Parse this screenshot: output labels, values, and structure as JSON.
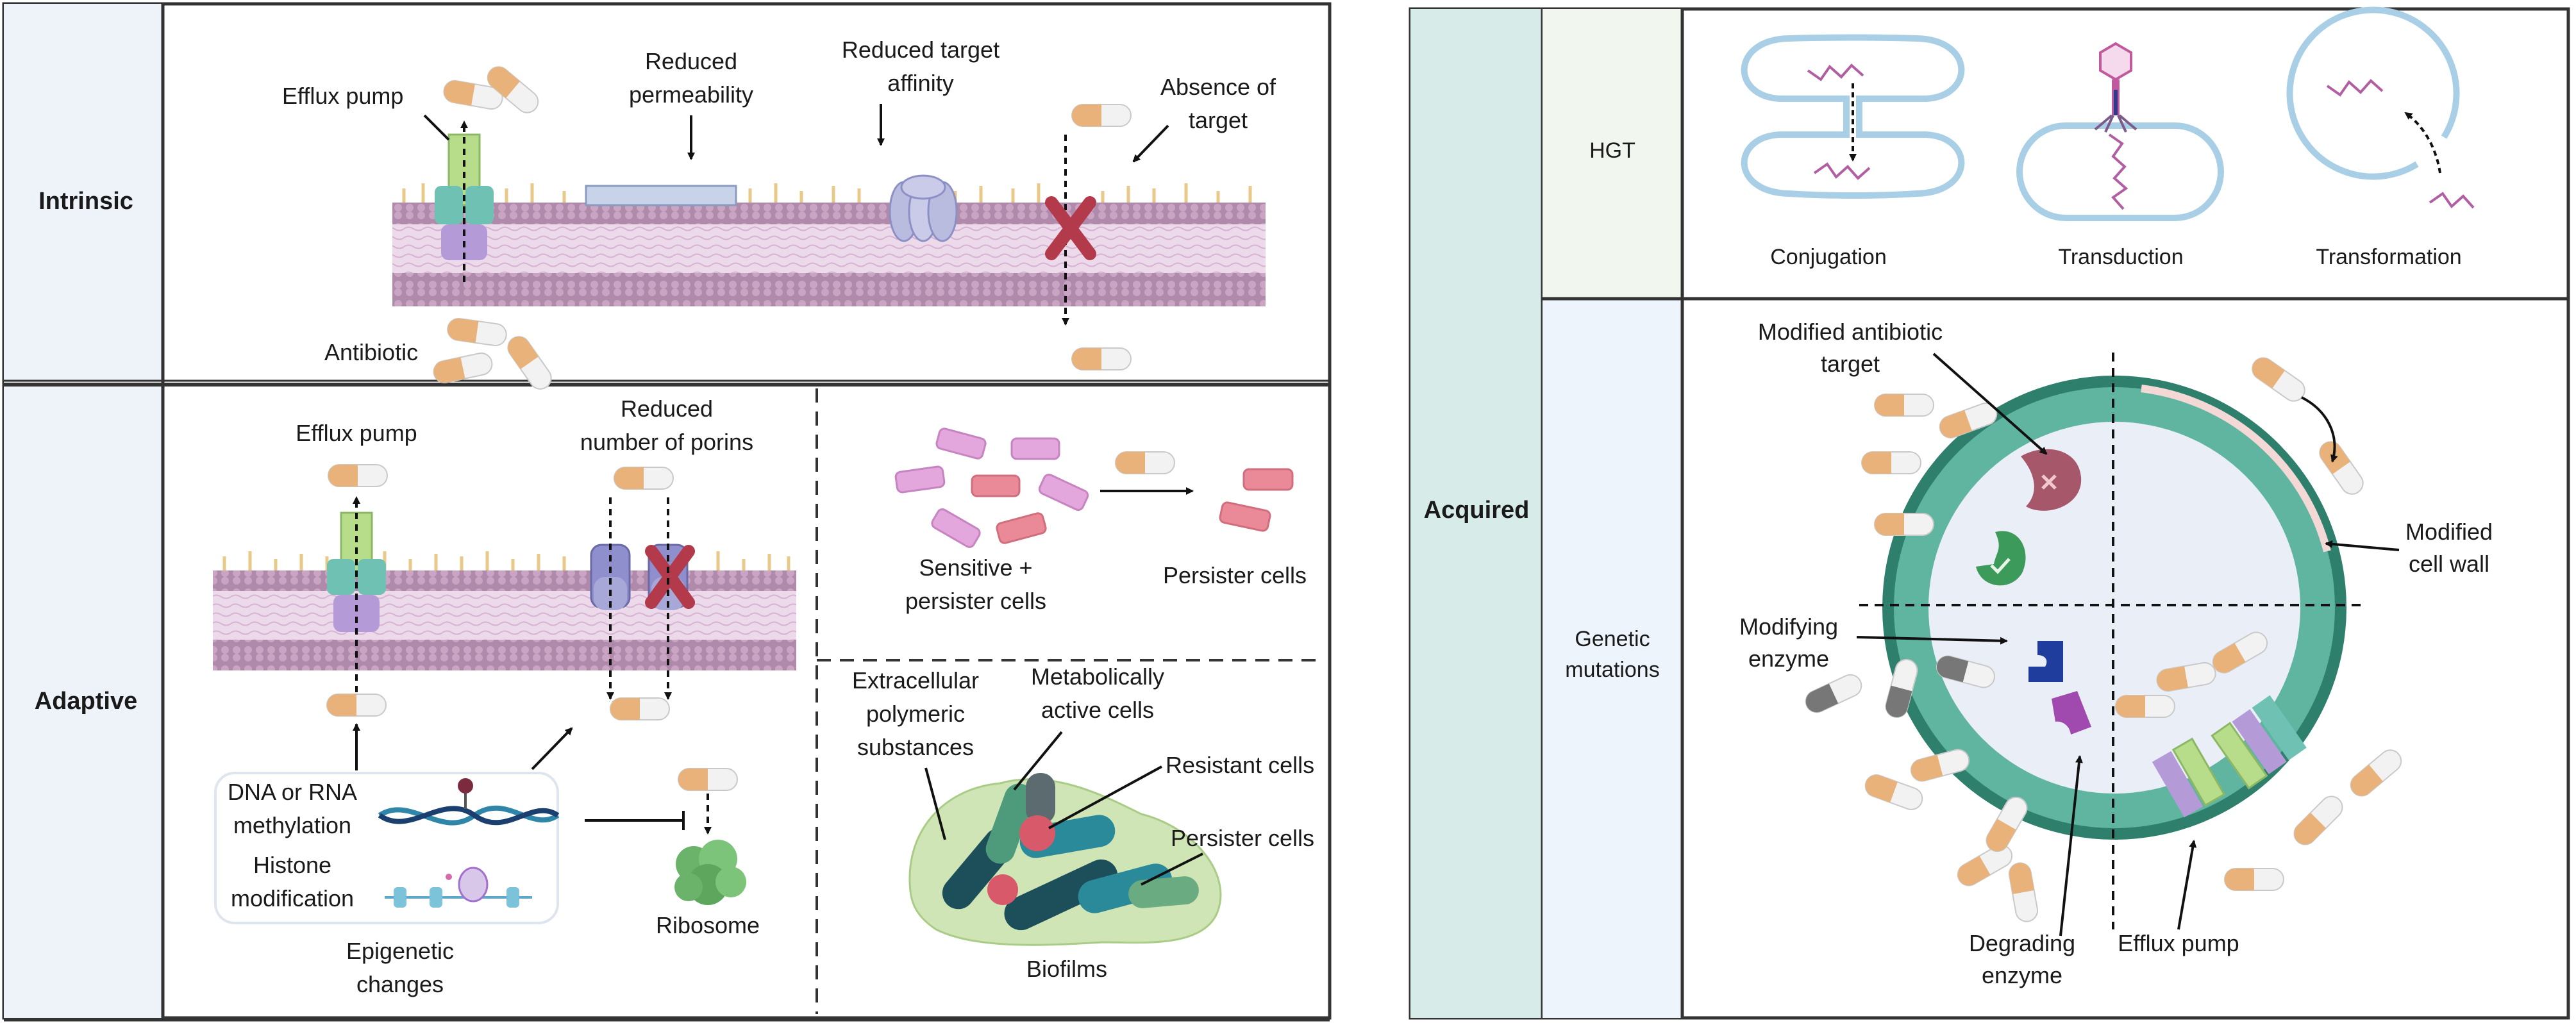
{
  "colors": {
    "membrane": "#b08aaa",
    "membrane_core": "#e9d3e6",
    "lipid_head": "#e8c98a",
    "efflux_green": "#b7dd8a",
    "efflux_teal": "#6fc2b3",
    "efflux_purple": "#b49ad6",
    "porin": "#8f8fce",
    "cross": "#b23a4a",
    "capsule_orange": "#e8b27a",
    "capsule_white": "#f2f2f2",
    "acquired_panel": "#d7ece8",
    "cell_wall": "#3f9c85",
    "cell_inner": "#eaeef7",
    "biofilm_matrix": "#cfe5b5"
  },
  "intrinsic": {
    "row_label": "Intrinsic",
    "efflux_pump": "Efflux pump",
    "reduced_permeability": [
      "Reduced",
      "permeability"
    ],
    "reduced_target_affinity": [
      "Reduced target",
      "affinity"
    ],
    "absence_of_target": [
      "Absence of",
      "target"
    ],
    "antibiotic": "Antibiotic"
  },
  "adaptive": {
    "row_label": "Adaptive",
    "efflux_pump": "Efflux pump",
    "reduced_porins": [
      "Reduced",
      "number of porins"
    ],
    "methylation": [
      "DNA or RNA",
      "methylation"
    ],
    "histone": [
      "Histone",
      "modification"
    ],
    "epigenetic": [
      "Epigenetic",
      "changes"
    ],
    "ribosome": "Ribosome",
    "sensitive_persister": [
      "Sensitive +",
      "persister cells"
    ],
    "persister_cells": "Persister cells",
    "eps": [
      "Extracellular",
      "polymeric",
      "substances"
    ],
    "metabolically_active": [
      "Metabolically",
      "active cells"
    ],
    "resistant_cells": "Resistant cells",
    "biofilm_persister": "Persister cells",
    "biofilms": "Biofilms"
  },
  "acquired": {
    "row_label": "Acquired",
    "hgt": "HGT",
    "conjugation": "Conjugation",
    "transduction": "Transduction",
    "transformation": "Transformation",
    "genetic_mutations": [
      "Genetic",
      "mutations"
    ],
    "modified_target": [
      "Modified antibiotic",
      "target"
    ],
    "modified_cell_wall": [
      "Modified",
      "cell wall"
    ],
    "modifying_enzyme": [
      "Modifying",
      "enzyme"
    ],
    "degrading_enzyme": [
      "Degrading",
      "enzyme"
    ],
    "efflux_pump": "Efflux pump"
  }
}
